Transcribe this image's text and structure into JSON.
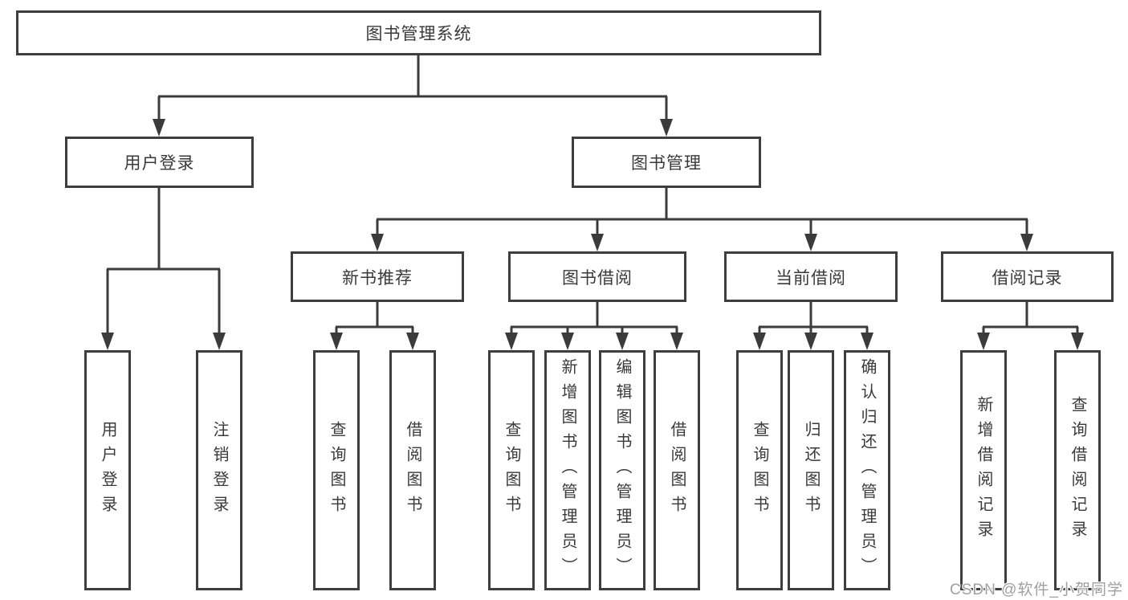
{
  "diagram": {
    "root": {
      "label": "图书管理系统",
      "children": [
        {
          "label": "用户登录",
          "children": [
            {
              "label": "用户登录"
            },
            {
              "label": "注销登录"
            }
          ]
        },
        {
          "label": "图书管理",
          "children": [
            {
              "label": "新书推荐",
              "children": [
                {
                  "label": "查询图书"
                },
                {
                  "label": "借阅图书"
                }
              ]
            },
            {
              "label": "图书借阅",
              "children": [
                {
                  "label": "查询图书"
                },
                {
                  "label": "新增图书（管理员）"
                },
                {
                  "label": "编辑图书（管理员）"
                },
                {
                  "label": "借阅图书"
                }
              ]
            },
            {
              "label": "当前借阅",
              "children": [
                {
                  "label": "查询图书"
                },
                {
                  "label": "归还图书"
                },
                {
                  "label": "确认归还（管理员）"
                }
              ]
            },
            {
              "label": "借阅记录",
              "children": [
                {
                  "label": "新增借阅记录"
                },
                {
                  "label": "查询借阅记录"
                }
              ]
            }
          ]
        }
      ]
    }
  },
  "watermark": {
    "text": "CSDN @软件_小贺同学"
  },
  "colors": {
    "line": "#3b3b3b",
    "box_border": "#3e3e3e",
    "text": "#3a3a3a",
    "background": "#ffffff",
    "watermark": "#a0a0a0"
  }
}
